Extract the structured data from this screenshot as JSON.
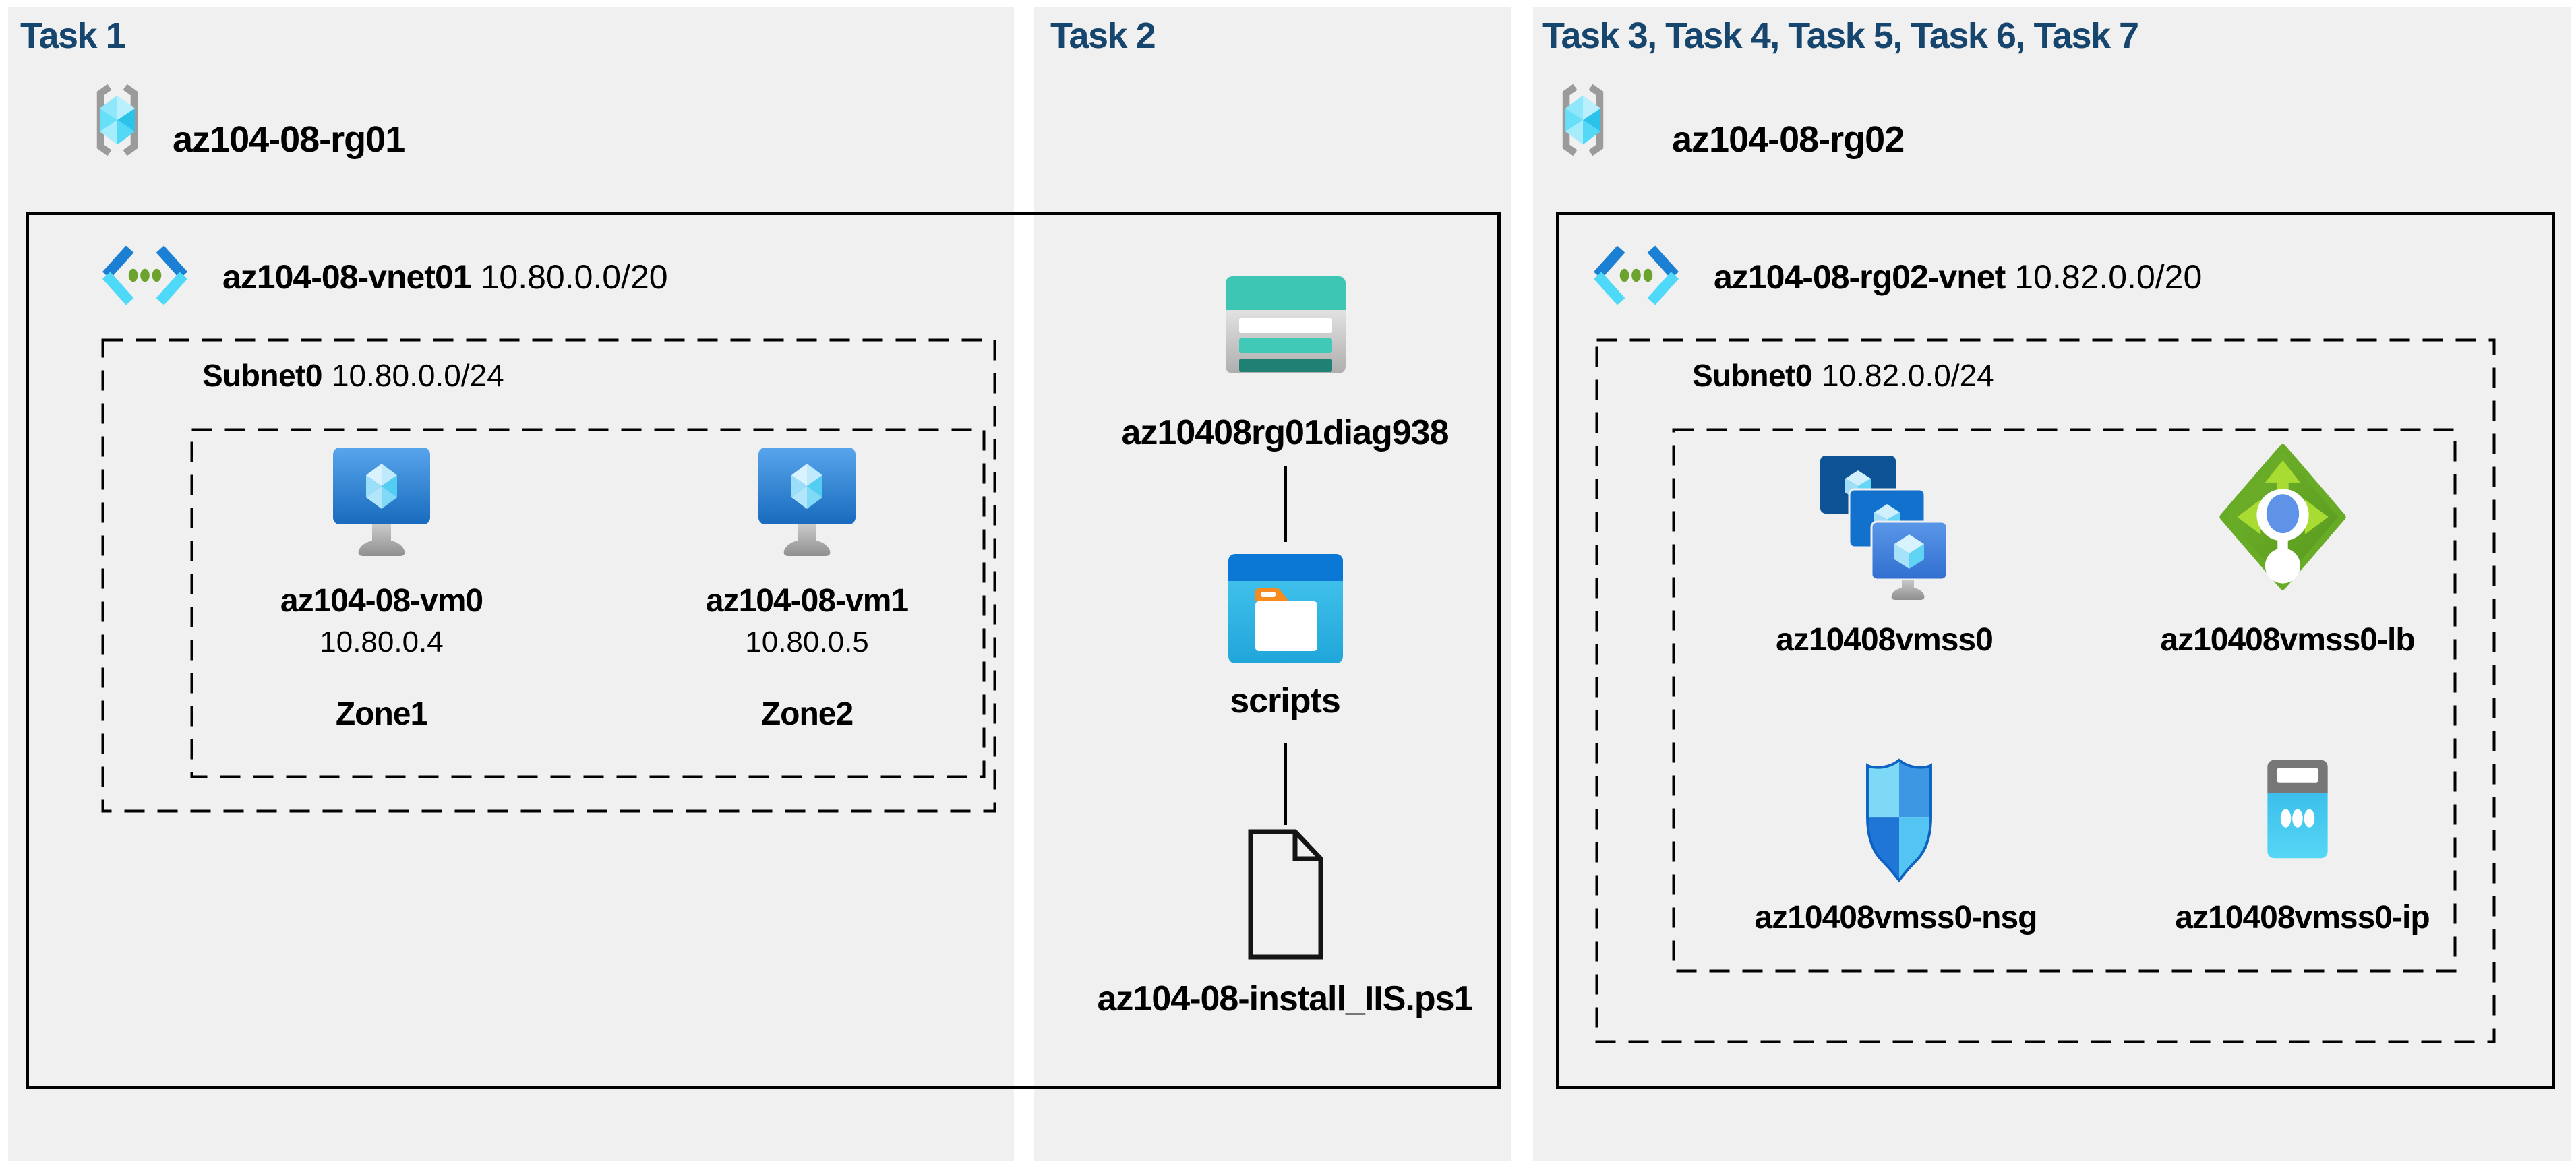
{
  "colors": {
    "canvas_background": "#ffffff",
    "panel_background": "#f0f0f0",
    "task_title": "#16466e",
    "label_text": "#000000",
    "container_border": "#000000"
  },
  "panels": [
    {
      "title": "Task 1",
      "resource_group": {
        "icon": "resource-group-icon",
        "name": "az104-08-rg01"
      },
      "vnet": {
        "icon": "virtual-network-icon",
        "name": "az104-08-vnet01",
        "cidr": "10.80.0.0/20"
      },
      "subnet": {
        "name": "Subnet0",
        "cidr": "10.80.0.0/24"
      },
      "vms": [
        {
          "icon": "virtual-machine-icon",
          "name": "az104-08-vm0",
          "ip": "10.80.0.4",
          "zone": "Zone1"
        },
        {
          "icon": "virtual-machine-icon",
          "name": "az104-08-vm1",
          "ip": "10.80.0.5",
          "zone": "Zone2"
        }
      ]
    },
    {
      "title": "Task 2",
      "storage_account": {
        "icon": "storage-account-icon",
        "name": "az10408rg01diag938"
      },
      "container": {
        "icon": "blob-container-icon",
        "name": "scripts"
      },
      "script_file": {
        "icon": "file-icon",
        "name": "az104-08-install_IIS.ps1"
      }
    },
    {
      "title": "Task 3, Task 4, Task 5, Task 6, Task 7",
      "resource_group": {
        "icon": "resource-group-icon",
        "name": "az104-08-rg02"
      },
      "vnet": {
        "icon": "virtual-network-icon",
        "name": "az104-08-rg02-vnet",
        "cidr": "10.82.0.0/20"
      },
      "subnet": {
        "name": "Subnet0",
        "cidr": "10.82.0.0/24"
      },
      "resources": [
        {
          "icon": "vm-scale-set-icon",
          "name": "az10408vmss0"
        },
        {
          "icon": "load-balancer-icon",
          "name": "az10408vmss0-lb"
        },
        {
          "icon": "network-security-group-icon",
          "name": "az10408vmss0-nsg"
        },
        {
          "icon": "public-ip-icon",
          "name": "az10408vmss0-ip"
        }
      ]
    }
  ]
}
